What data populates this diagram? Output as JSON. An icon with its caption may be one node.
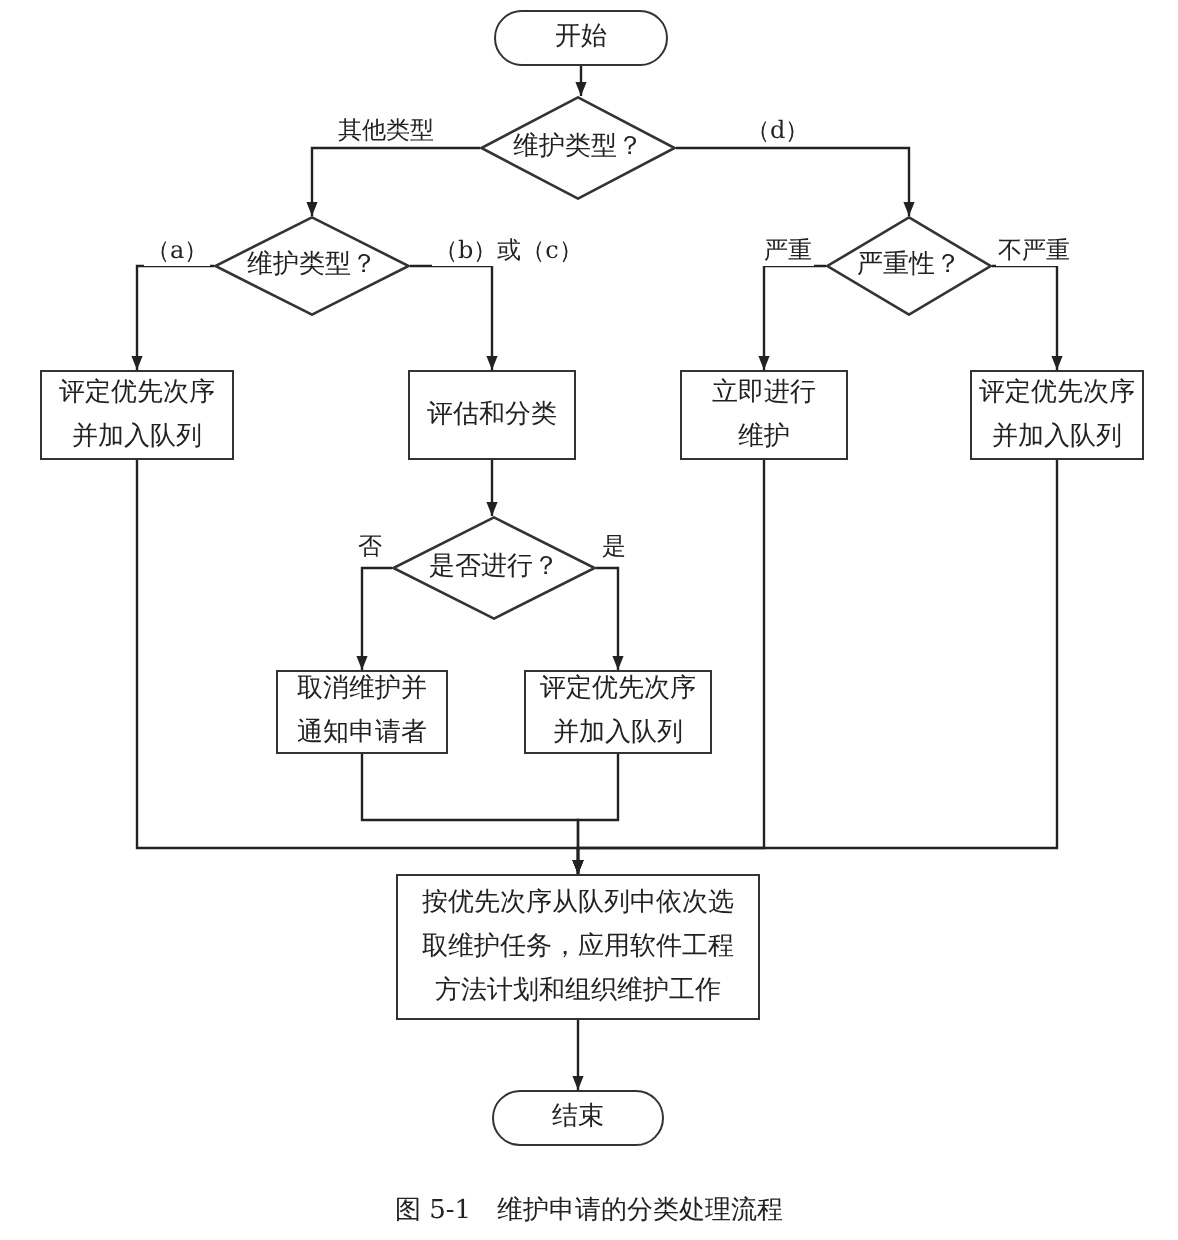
{
  "diagram": {
    "caption": "图 5-1　维护申请的分类处理流程",
    "nodes": [
      {
        "text": [
          "开始"
        ]
      },
      {
        "text": [
          "维护类型？"
        ]
      },
      {
        "text": [
          "维护类型？"
        ]
      },
      {
        "text": [
          "严重性？"
        ]
      },
      {
        "text": [
          "评定优先次序并加入队列"
        ]
      },
      {
        "text": [
          "评估和分类"
        ]
      },
      {
        "text": [
          "立即进行维护"
        ]
      },
      {
        "text": [
          "评定优先次序并加入队列"
        ]
      },
      {
        "text": [
          "是否进行？"
        ]
      },
      {
        "text": [
          "取消维护并通知申请者"
        ]
      },
      {
        "text": [
          "评定优先次序并加入队列"
        ]
      },
      {
        "text": [
          "按优先次序从队列中依次选取维护任务，应用软件工程方法计划和组织维护工作"
        ]
      },
      {
        "text": [
          "结束"
        ]
      }
    ],
    "edges": [
      {
        "from": 0,
        "to": 1,
        "arrow": "to"
      },
      {
        "from": 1,
        "to": 2,
        "arrow": "to",
        "label": "其他类型"
      },
      {
        "from": 1,
        "to": 3,
        "arrow": "to",
        "label": "（d）"
      },
      {
        "from": 2,
        "to": 4,
        "arrow": "to",
        "label": "（a）"
      },
      {
        "from": 2,
        "to": 5,
        "arrow": "to",
        "label": "（b）或（c）"
      },
      {
        "from": 3,
        "to": 6,
        "arrow": "to",
        "label": "严重"
      },
      {
        "from": 3,
        "to": 7,
        "arrow": "to",
        "label": "不严重"
      },
      {
        "from": 5,
        "to": 8,
        "arrow": "to"
      },
      {
        "from": 8,
        "to": 9,
        "arrow": "to",
        "label": "否"
      },
      {
        "from": 8,
        "to": 10,
        "arrow": "to",
        "label": "是"
      },
      {
        "from": 9,
        "to": 11,
        "arrow": "to"
      },
      {
        "from": 10,
        "to": 11,
        "arrow": "to"
      },
      {
        "from": 4,
        "to": 11,
        "arrow": "to"
      },
      {
        "from": 6,
        "to": 11,
        "arrow": "to"
      },
      {
        "from": 7,
        "to": 11,
        "arrow": "to"
      },
      {
        "from": 11,
        "to": 12,
        "arrow": "to"
      }
    ]
  }
}
